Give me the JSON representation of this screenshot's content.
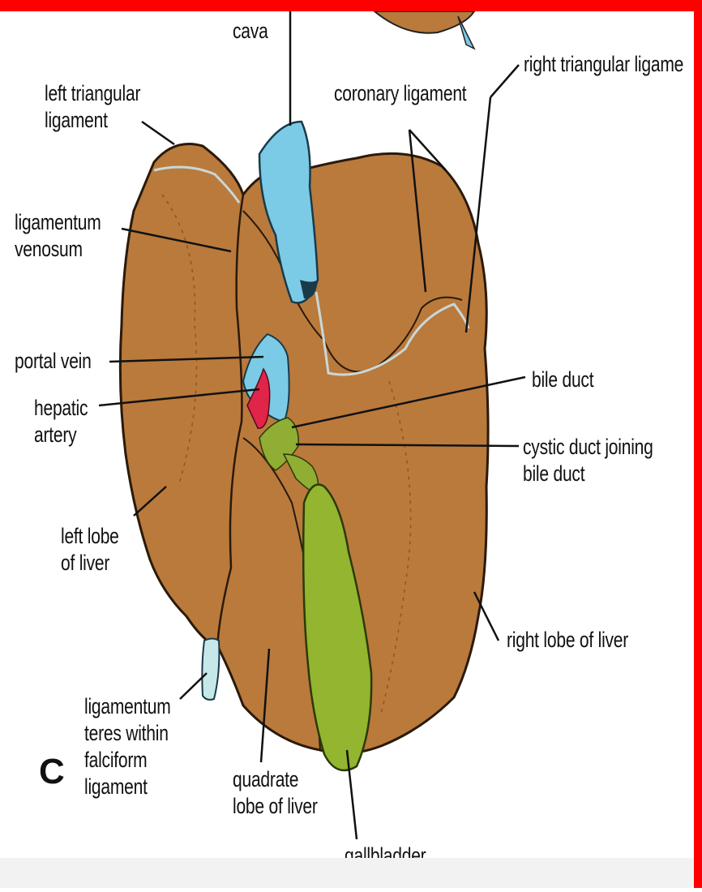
{
  "figure": {
    "panel_letter": "C",
    "colors": {
      "frame": "#ff0000",
      "liver": "#b97a3c",
      "liver_shadow": "#8a5526",
      "vein": "#7ccbe6",
      "artery": "#e0244a",
      "bile": "#8fae33",
      "gallbladder": "#93b52f"
    },
    "labels": {
      "cava": "cava",
      "right_triangular_ligament": "right triangular ligame",
      "left_triangular_ligament": "left triangular\nligament",
      "coronary_ligament": "coronary ligament",
      "ligamentum_venosum": "ligamentum\nvenosum",
      "portal_vein": "portal vein",
      "bile_duct": "bile duct",
      "hepatic_artery": "hepatic\nartery",
      "cystic_duct": "cystic duct joining\nbile duct",
      "left_lobe": "left lobe\nof liver",
      "right_lobe": "right lobe of liver",
      "ligamentum_teres": "ligamentum\nteres within\nfalciform\nligament",
      "quadrate_lobe": "quadrate\nlobe of liver",
      "gallbladder": "gallbladder"
    }
  }
}
